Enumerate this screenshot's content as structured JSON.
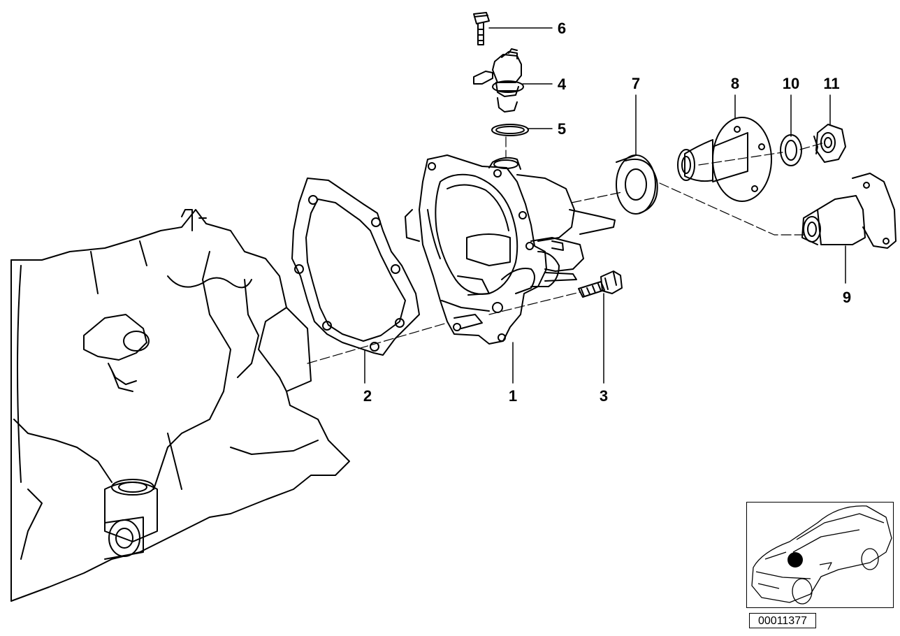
{
  "callouts": [
    {
      "id": "c1",
      "label": "1"
    },
    {
      "id": "c2",
      "label": "2"
    },
    {
      "id": "c3",
      "label": "3"
    },
    {
      "id": "c4",
      "label": "4"
    },
    {
      "id": "c5",
      "label": "5"
    },
    {
      "id": "c6",
      "label": "6"
    },
    {
      "id": "c7",
      "label": "7"
    },
    {
      "id": "c8",
      "label": "8"
    },
    {
      "id": "c9",
      "label": "9"
    },
    {
      "id": "c10",
      "label": "10"
    },
    {
      "id": "c11",
      "label": "11"
    }
  ],
  "reference_number": "00011377",
  "colors": {
    "line": "#000000",
    "background": "#ffffff",
    "marker": "#000000"
  }
}
